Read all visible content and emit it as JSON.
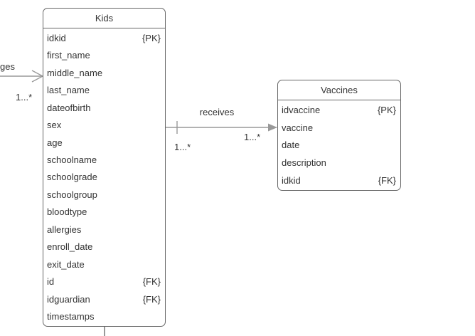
{
  "diagram": {
    "type": "er-diagram",
    "entities": [
      {
        "id": "kids",
        "title": "Kids",
        "attributes": [
          {
            "name": "idkid",
            "annotation": "{PK}"
          },
          {
            "name": "first_name",
            "annotation": ""
          },
          {
            "name": "middle_name",
            "annotation": ""
          },
          {
            "name": "last_name",
            "annotation": ""
          },
          {
            "name": "dateofbirth",
            "annotation": ""
          },
          {
            "name": "sex",
            "annotation": ""
          },
          {
            "name": "age",
            "annotation": ""
          },
          {
            "name": "schoolname",
            "annotation": ""
          },
          {
            "name": "schoolgrade",
            "annotation": ""
          },
          {
            "name": "schoolgroup",
            "annotation": ""
          },
          {
            "name": "bloodtype",
            "annotation": ""
          },
          {
            "name": "allergies",
            "annotation": ""
          },
          {
            "name": "enroll_date",
            "annotation": ""
          },
          {
            "name": "exit_date",
            "annotation": ""
          },
          {
            "name": "id",
            "annotation": "{FK}"
          },
          {
            "name": "idguardian",
            "annotation": "{FK}"
          },
          {
            "name": "timestamps",
            "annotation": ""
          }
        ]
      },
      {
        "id": "vaccines",
        "title": "Vaccines",
        "attributes": [
          {
            "name": "idvaccine",
            "annotation": "{PK}"
          },
          {
            "name": "vaccine",
            "annotation": ""
          },
          {
            "name": "date",
            "annotation": ""
          },
          {
            "name": "description",
            "annotation": ""
          },
          {
            "name": "idkid",
            "annotation": "{FK}"
          }
        ]
      }
    ],
    "relationships": {
      "receives": {
        "label": "receives",
        "source_cardinality": "1...*",
        "target_cardinality": "1...*"
      },
      "left_edge": {
        "partial_label": "ges",
        "cardinality": "1...*"
      }
    },
    "colors": {
      "entity_border": "#666666",
      "text": "#333333",
      "connector": "#999999",
      "background": "#ffffff"
    }
  }
}
